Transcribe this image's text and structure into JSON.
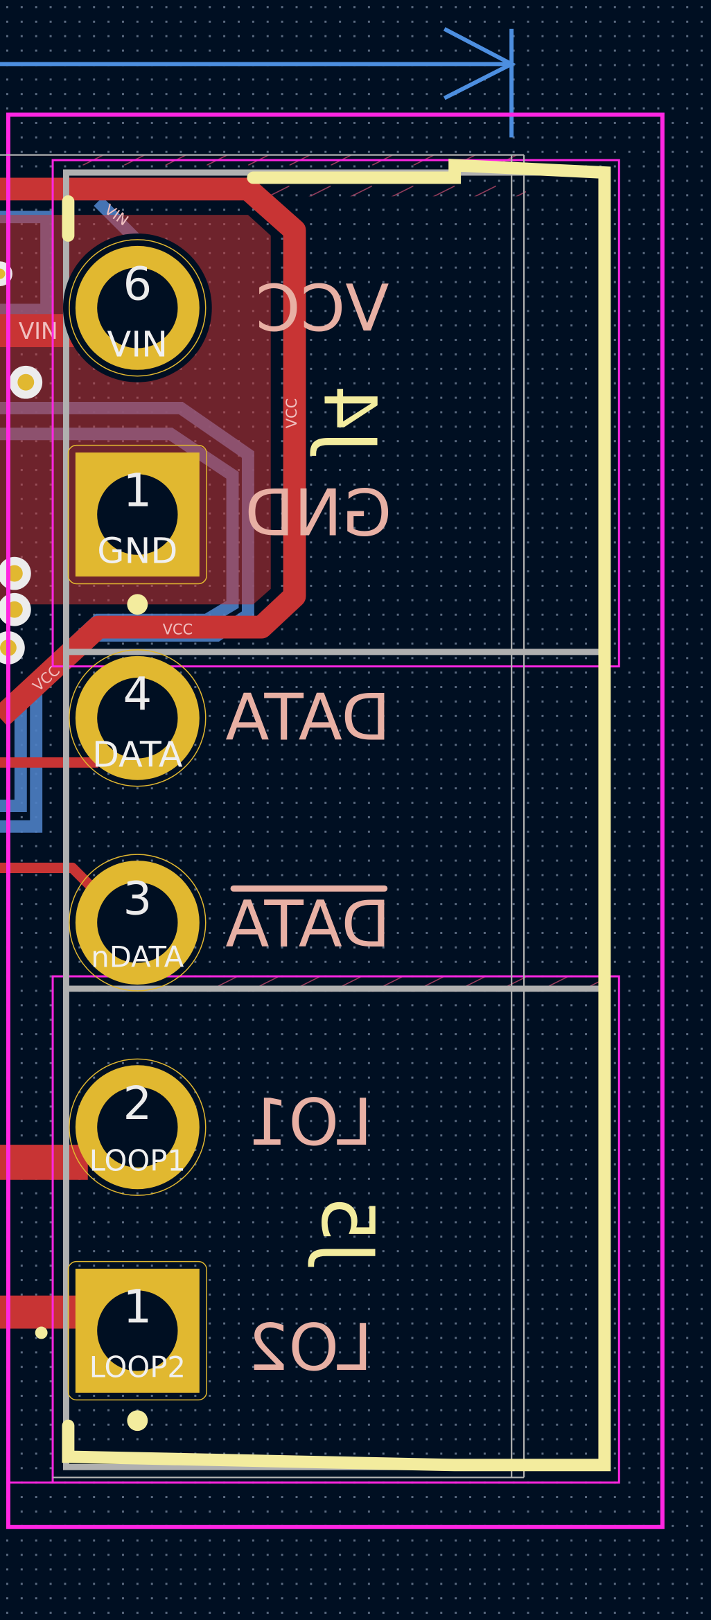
{
  "view": {
    "colors": {
      "background": "#000f22",
      "copper_front": "#c83434",
      "copper_back": "#4d7fc4",
      "pad": "#e1b830",
      "silkscreen_back": "#e8b0a4",
      "silkscreen_front": "#f3ec9e",
      "courtyard": "#ff26e2",
      "fab": "#b0b0b0",
      "dimension": "#4d8fe0"
    }
  },
  "footprints": {
    "j4": {
      "reference": "J4",
      "pads": [
        {
          "number": "6",
          "net": "VIN",
          "shape": "round"
        },
        {
          "number": "1",
          "net": "GND",
          "shape": "square"
        },
        {
          "number": "4",
          "net": "DATA",
          "shape": "round"
        },
        {
          "number": "3",
          "net": "nDATA",
          "shape": "round"
        }
      ],
      "silk_labels": [
        "VCC",
        "GND",
        "DATA",
        "DATA"
      ]
    },
    "j5": {
      "reference": "J5",
      "pads": [
        {
          "number": "2",
          "net": "LOOP1",
          "shape": "round"
        },
        {
          "number": "1",
          "net": "LOOP2",
          "shape": "square"
        }
      ],
      "silk_labels": [
        "LO1",
        "LO2"
      ]
    }
  },
  "traces": {
    "vin_label": "VIN",
    "vin_small": "VIN",
    "vcc_labels": [
      "VCC",
      "VCC",
      "VCC"
    ]
  }
}
